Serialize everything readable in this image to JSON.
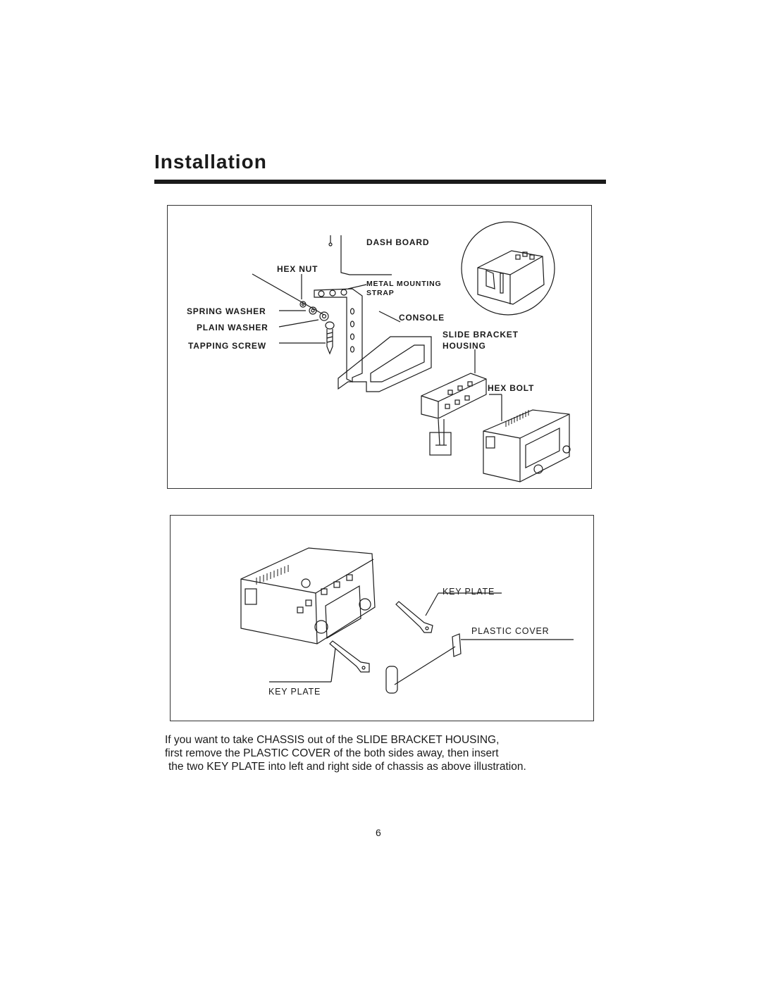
{
  "page": {
    "title": "Installation",
    "page_number": "6"
  },
  "figure1": {
    "labels": {
      "dash_board": "DASH BOARD",
      "hex_nut": "HEX NUT",
      "metal_mounting_strap_line1": "METAL MOUNTING",
      "metal_mounting_strap_line2": "STRAP",
      "spring_washer": "SPRING WASHER",
      "plain_washer": "PLAIN WASHER",
      "tapping_screw": "TAPPING SCREW",
      "console": "CONSOLE",
      "slide_bracket_line1": "SLIDE BRACKET",
      "slide_bracket_line2": "HOUSING",
      "hex_bolt": "HEX BOLT"
    }
  },
  "figure2": {
    "labels": {
      "key_plate_right": "KEY PLATE",
      "plastic_cover": "PLASTIC COVER",
      "key_plate_left": "KEY PLATE"
    }
  },
  "caption": {
    "line1": "If you want to take CHASSIS out of the SLIDE BRACKET HOUSING,",
    "line2": "first remove the PLASTIC COVER of the both sides away, then insert",
    "line3": "the two KEY PLATE into left and right side of chassis as above illustration."
  }
}
